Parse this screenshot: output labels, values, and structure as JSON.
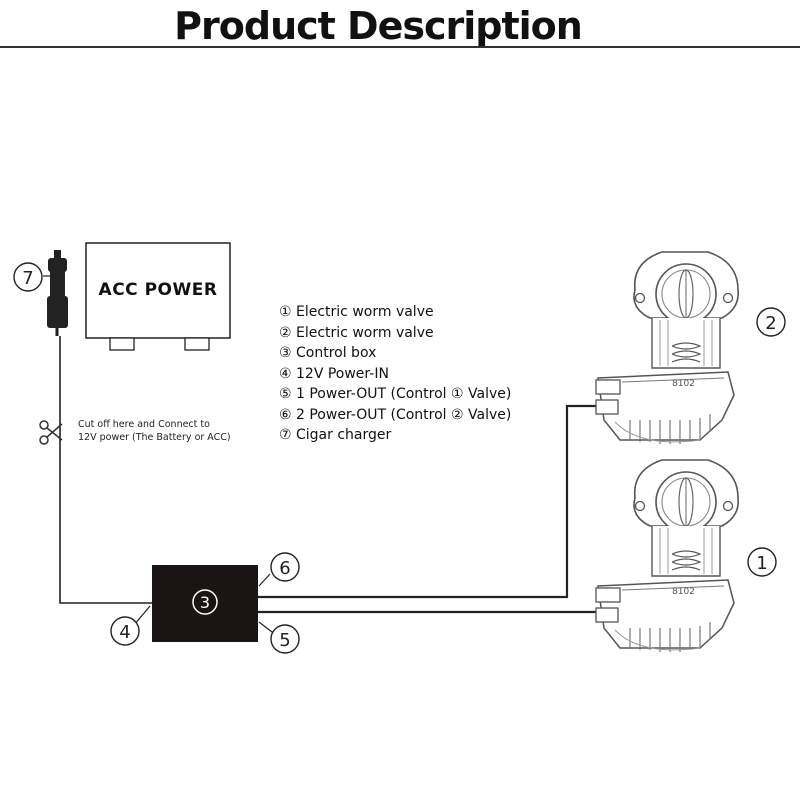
{
  "title": "Product Description",
  "acc_power": "ACC POWER",
  "legend": [
    "① Electric worm valve",
    "② Electric worm valve",
    "③ Control box",
    "④ 12V Power-IN",
    "⑤ 1 Power-OUT (Control ① Valve)",
    "⑥ 2 Power-OUT (Control ② Valve)",
    "⑦ Cigar charger"
  ],
  "cutoff_note": [
    "Cut off here and Connect to",
    "12V power (The Battery or ACC)"
  ],
  "markers": {
    "m1": "1",
    "m2": "2",
    "m3": "3",
    "m4": "4",
    "m5": "5",
    "m6": "6",
    "m7": "7"
  },
  "valve_label": "8102"
}
